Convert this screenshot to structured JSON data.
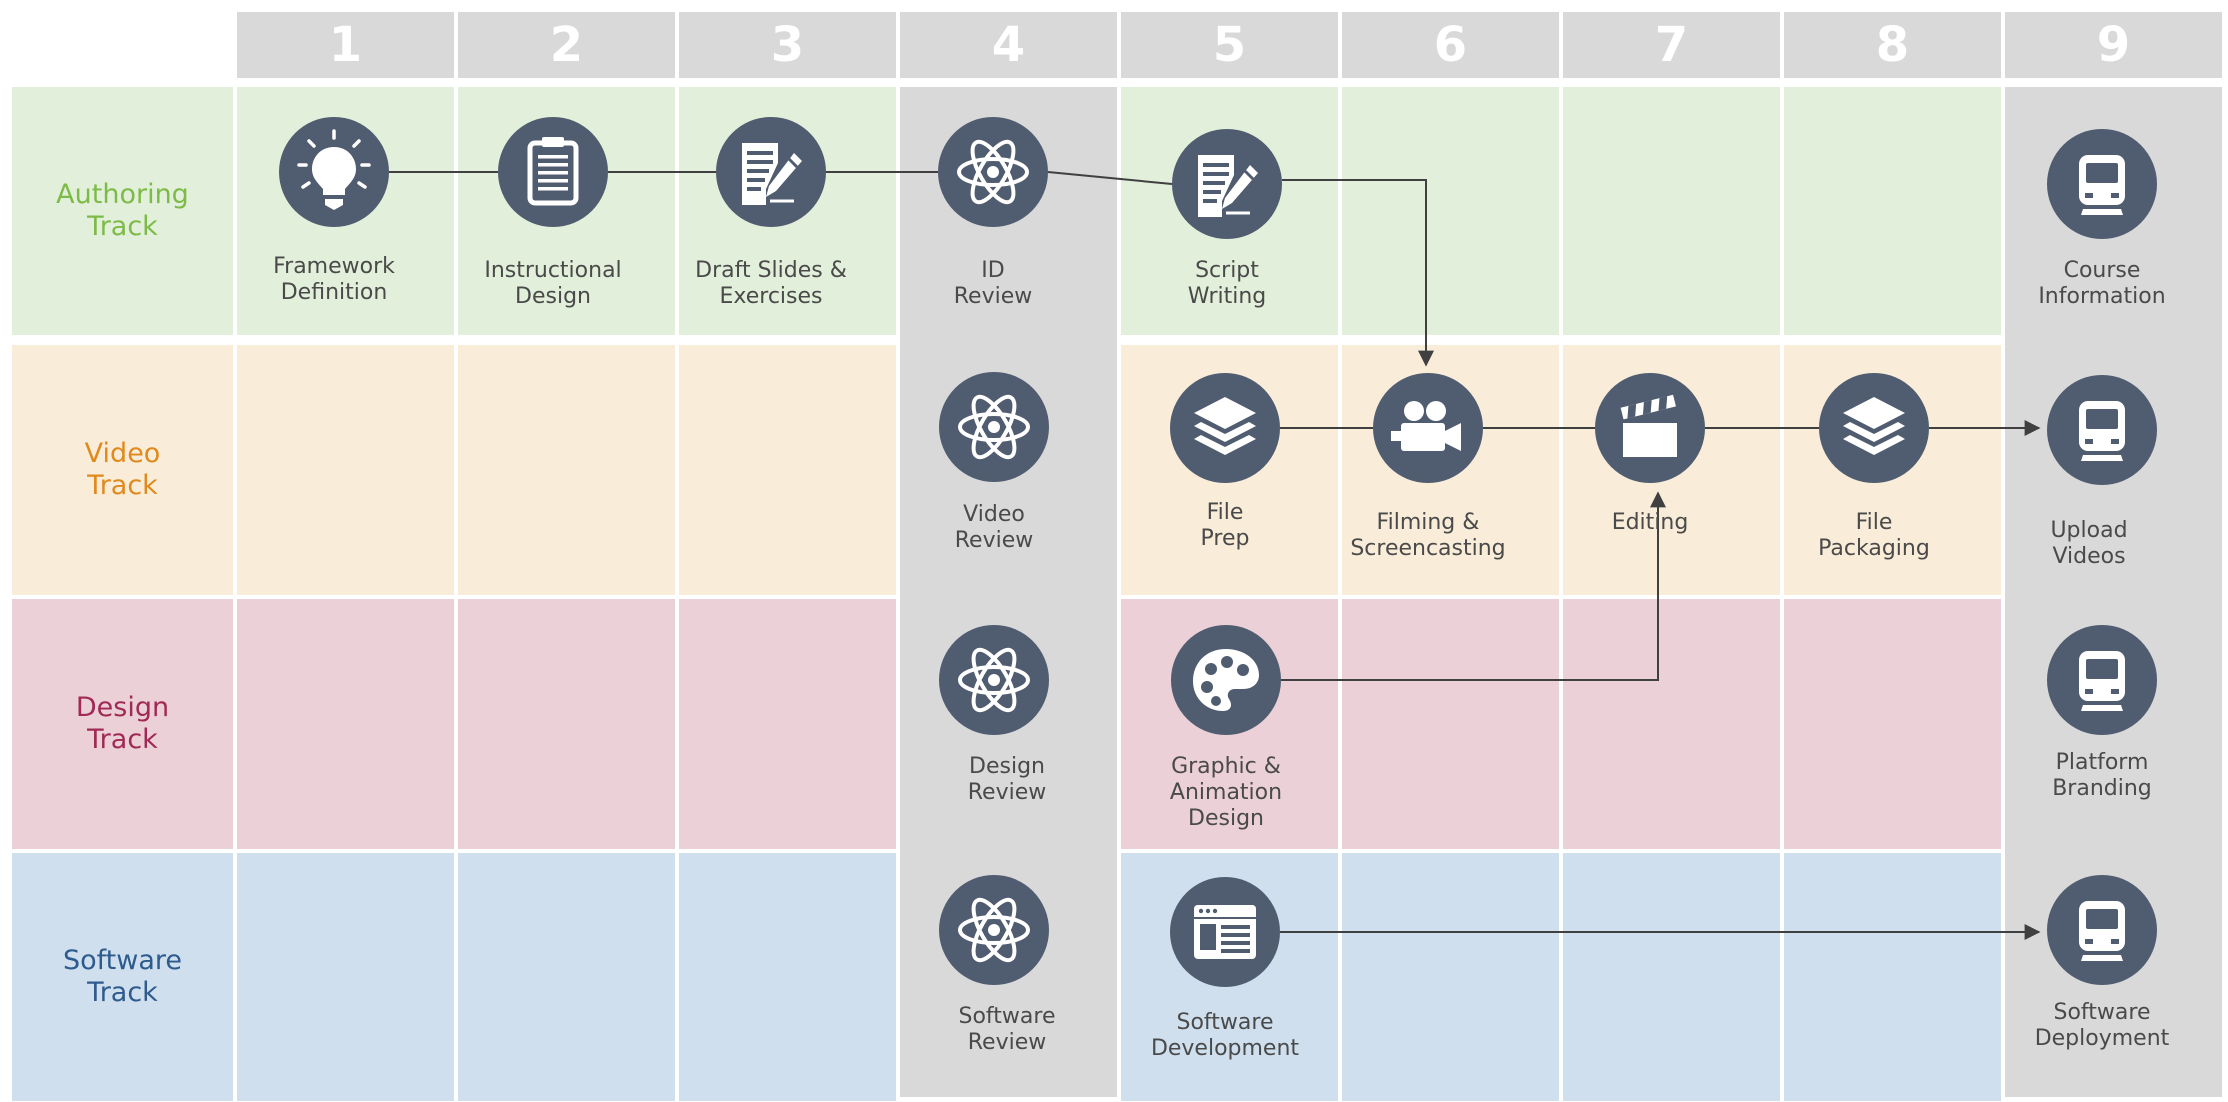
{
  "columns": [
    "1",
    "2",
    "3",
    "4",
    "5",
    "6",
    "7",
    "8",
    "9"
  ],
  "review_column_index": 3,
  "final_column_index": 8,
  "tracks": [
    {
      "name": "Authoring\nTrack",
      "text_color": "#7dbb48",
      "fill": "#e2efda"
    },
    {
      "name": "Video\nTrack",
      "text_color": "#e08a1e",
      "fill": "#f9ecd9"
    },
    {
      "name": "Design\nTrack",
      "text_color": "#a02a55",
      "fill": "#ebd0d7"
    },
    {
      "name": "Software\nTrack",
      "text_color": "#2e5b8e",
      "fill": "#cfdfee"
    }
  ],
  "colors": {
    "header": "#d9d9d9",
    "review_column": "#d9d9d9",
    "node": "#505c70",
    "line": "#404040",
    "label": "#4a4a4a"
  },
  "nodes": [
    {
      "id": "n1",
      "col": 1,
      "track": 1,
      "icon": "lightbulb-icon",
      "label": "Framework\nDefinition"
    },
    {
      "id": "n2",
      "col": 2,
      "track": 1,
      "icon": "clipboard-icon",
      "label": "Instructional\nDesign"
    },
    {
      "id": "n3",
      "col": 3,
      "track": 1,
      "icon": "document-pen-icon",
      "label": "Draft Slides &\nExercises"
    },
    {
      "id": "n4",
      "col": 4,
      "track": 1,
      "icon": "atom-icon",
      "label": "ID\nReview"
    },
    {
      "id": "n5",
      "col": 5,
      "track": 1,
      "icon": "document-pen-icon",
      "label": "Script\nWriting"
    },
    {
      "id": "n6",
      "col": 9,
      "track": 1,
      "icon": "train-icon",
      "label": "Course\nInformation"
    },
    {
      "id": "n7",
      "col": 4,
      "track": 2,
      "icon": "atom-icon",
      "label": "Video\nReview"
    },
    {
      "id": "n8",
      "col": 5,
      "track": 2,
      "icon": "layers-icon",
      "label": "File\nPrep"
    },
    {
      "id": "n9",
      "col": 6,
      "track": 2,
      "icon": "video-camera-icon",
      "label": "Filming &\nScreencasting"
    },
    {
      "id": "n10",
      "col": 7,
      "track": 2,
      "icon": "clapperboard-icon",
      "label": "Editing"
    },
    {
      "id": "n11",
      "col": 8,
      "track": 2,
      "icon": "layers-icon",
      "label": "File\nPackaging"
    },
    {
      "id": "n12",
      "col": 9,
      "track": 2,
      "icon": "train-icon",
      "label": "Upload\nVideos"
    },
    {
      "id": "n13",
      "col": 4,
      "track": 3,
      "icon": "atom-icon",
      "label": "Design\nReview"
    },
    {
      "id": "n14",
      "col": 5,
      "track": 3,
      "icon": "palette-icon",
      "label": "Graphic &\nAnimation\nDesign"
    },
    {
      "id": "n15",
      "col": 9,
      "track": 3,
      "icon": "train-icon",
      "label": "Platform\nBranding"
    },
    {
      "id": "n16",
      "col": 4,
      "track": 4,
      "icon": "atom-icon",
      "label": "Software\nReview"
    },
    {
      "id": "n17",
      "col": 5,
      "track": 4,
      "icon": "browser-window-icon",
      "label": "Software\nDevelopment"
    },
    {
      "id": "n18",
      "col": 9,
      "track": 4,
      "icon": "train-icon",
      "label": "Software\nDeployment"
    }
  ],
  "connectors": [
    {
      "from": "n1",
      "to": "n2"
    },
    {
      "from": "n2",
      "to": "n3"
    },
    {
      "from": "n3",
      "to": "n4"
    },
    {
      "from": "n4",
      "to": "n5"
    },
    {
      "from": "n5",
      "to": "n9",
      "route": "elbow-down",
      "arrow": true
    },
    {
      "from": "n8",
      "to": "n9"
    },
    {
      "from": "n9",
      "to": "n10"
    },
    {
      "from": "n10",
      "to": "n11"
    },
    {
      "from": "n11",
      "to": "n12",
      "arrow": true
    },
    {
      "from": "n14",
      "to": "n10",
      "route": "elbow-up",
      "arrow": true
    },
    {
      "from": "n17",
      "to": "n18",
      "arrow": true
    }
  ]
}
